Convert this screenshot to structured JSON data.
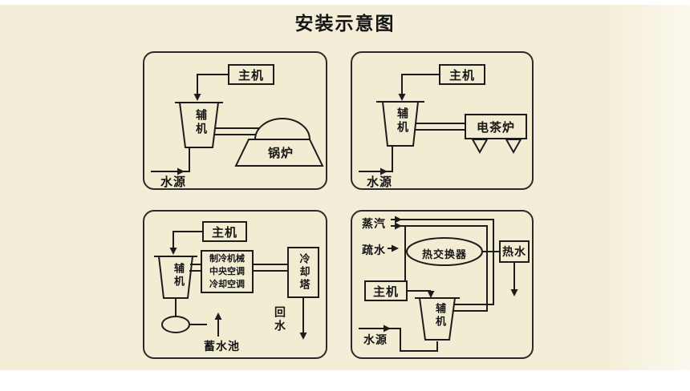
{
  "title": "安装示意图",
  "boiler_panel": {
    "main_unit": "主机",
    "aux_unit": "辅机",
    "boiler": "锅炉",
    "water_source": "水源"
  },
  "tea_boiler_panel": {
    "main_unit": "主机",
    "aux_unit": "辅机",
    "tea_boiler": "电茶炉",
    "water_source": "水源"
  },
  "cooling_panel": {
    "main_unit": "主机",
    "aux_unit": "辅机",
    "loads": [
      "制冷机械",
      "中央空调",
      "冷却空调"
    ],
    "cooling_tower": "冷却塔",
    "return_water": "回水",
    "reservoir": "蓄水池"
  },
  "heat_exchanger_panel": {
    "steam": "蒸汽",
    "trap_water": "疏水",
    "heat_exchanger": "热交换器",
    "hot_water": "热水",
    "main_unit": "主机",
    "aux_unit": "辅机",
    "water_source": "水源"
  }
}
